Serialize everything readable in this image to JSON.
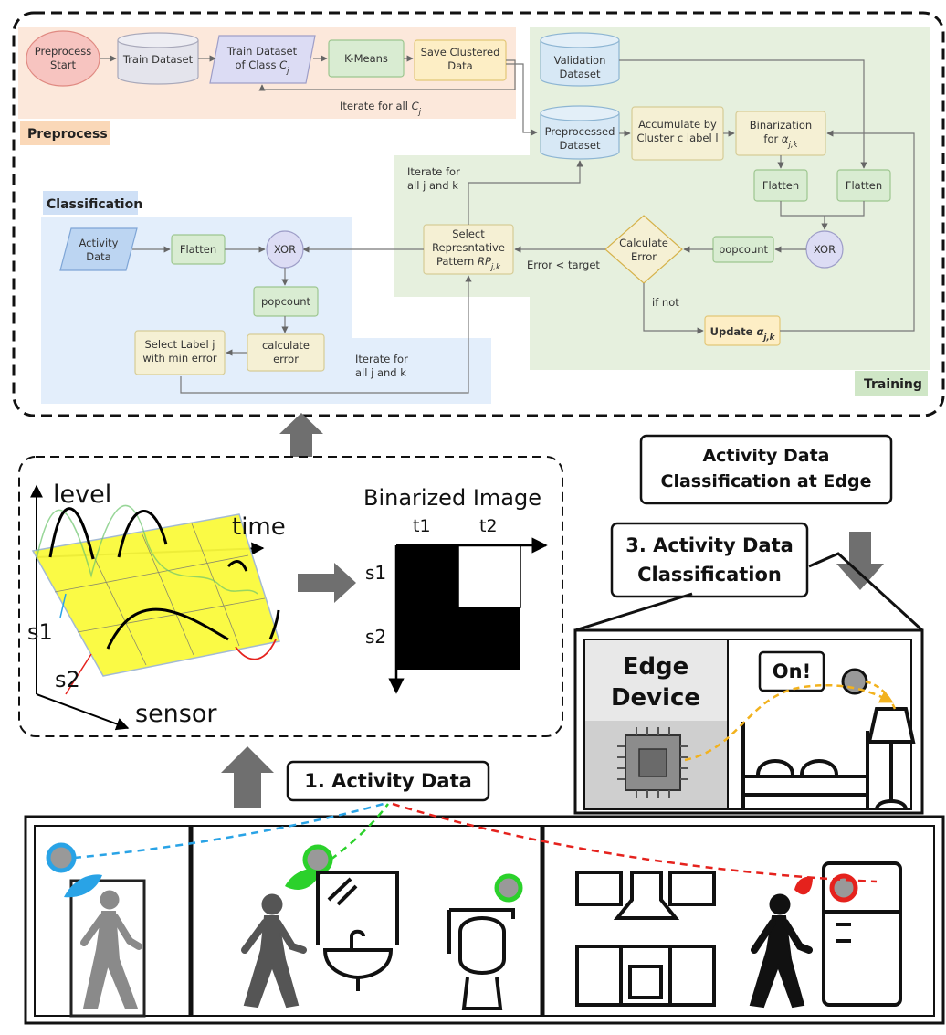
{
  "preprocess": {
    "region_label": "Preprocess",
    "start": "Preprocess|Start",
    "train_dataset": "Train Dataset",
    "train_class": "Train Dataset|of Class C_j",
    "kmeans": "K-Means",
    "save_clustered": "Save Clustered|Data",
    "loop_label": "Iterate for all C_j"
  },
  "training": {
    "region_label": "Training",
    "validation": "Validation|Dataset",
    "preprocessed": "Preprocessed|Dataset",
    "accumulate": "Accumulate by|Cluster c label l",
    "binarization": "Binarization|for α_j,k",
    "flatten_left": "Flatten",
    "flatten_right": "Flatten",
    "xor": "XOR",
    "popcount": "popcount",
    "calc_error": "Calculate|Error",
    "select_rep": "Select|Represntative|Pattern RP_j,k",
    "update": "Update α_j,k",
    "edge_error_target": "Error < target",
    "edge_if_not": "if not",
    "edge_iterate": "Iterate for|all j and k"
  },
  "classification": {
    "region_label": "Classification",
    "activity": "Activity|Data",
    "flatten": "Flatten",
    "xor": "XOR",
    "popcount": "popcount",
    "calc_error": "calculate|error",
    "select_label": "Select Label j|with min error",
    "edge_iterate": "Iterate for|all j and k"
  },
  "binarization_panel": {
    "axis_level": "level",
    "axis_time": "time",
    "axis_sensor": "sensor",
    "s1": "s1",
    "s2": "s2",
    "image_title": "Binarized Image",
    "t1": "t1",
    "t2": "t2",
    "row_s1": "s1",
    "row_s2": "s2"
  },
  "callouts": {
    "activity_data": "1. Activity Data",
    "classification": "3. Activity Data|Classification",
    "edge_classification": "Activity Data|Classification at Edge"
  },
  "house": {
    "edge_device": "Edge|Device",
    "lamp_on": "On!"
  },
  "colors": {
    "preprocess_bg": "#fce8db",
    "training_bg": "#e6f0de",
    "classification_bg": "#e3eefb",
    "node_red": "#f7c4c0",
    "node_gray": "#e4e4ec",
    "node_purple": "#dcdcf4",
    "node_green": "#d9ecd2",
    "node_yellow": "#fdeec5",
    "node_olive": "#f5f0d4",
    "node_blue": "#d6e6f8",
    "node_blue_ds": "#d7e8f5",
    "sensor_blue": "#29a3e6",
    "sensor_green": "#2bd12b",
    "sensor_red": "#e5221d",
    "plane_yellow": "#fafa3c",
    "arrow_gray": "#6f6f6f",
    "lamp_orange": "#f2b21e"
  }
}
